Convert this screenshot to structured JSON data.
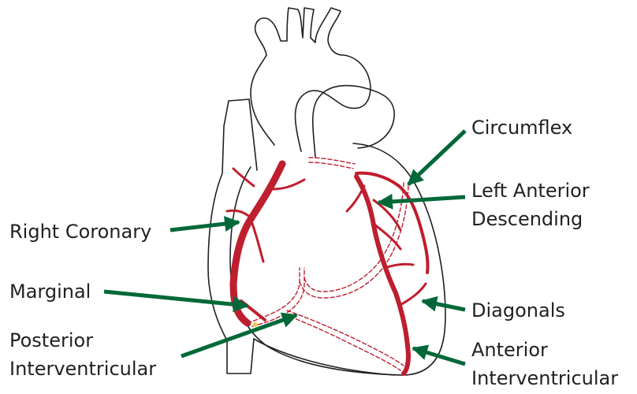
{
  "colors": {
    "outline": "#231f20",
    "artery": "#be1e2d",
    "arrow": "#006838",
    "text": "#231f20",
    "background": "#ffffff"
  },
  "labels": {
    "circumflex": "Circumflex",
    "lad_line1": "Left Anterior",
    "lad_line2": "Descending",
    "right_coronary": "Right Coronary",
    "marginal": "Marginal",
    "diagonals": "Diagonals",
    "posterior_line1": "Posterior",
    "posterior_line2": "Interventricular",
    "anterior_line1": "Anterior",
    "anterior_line2": "Interventricular"
  }
}
